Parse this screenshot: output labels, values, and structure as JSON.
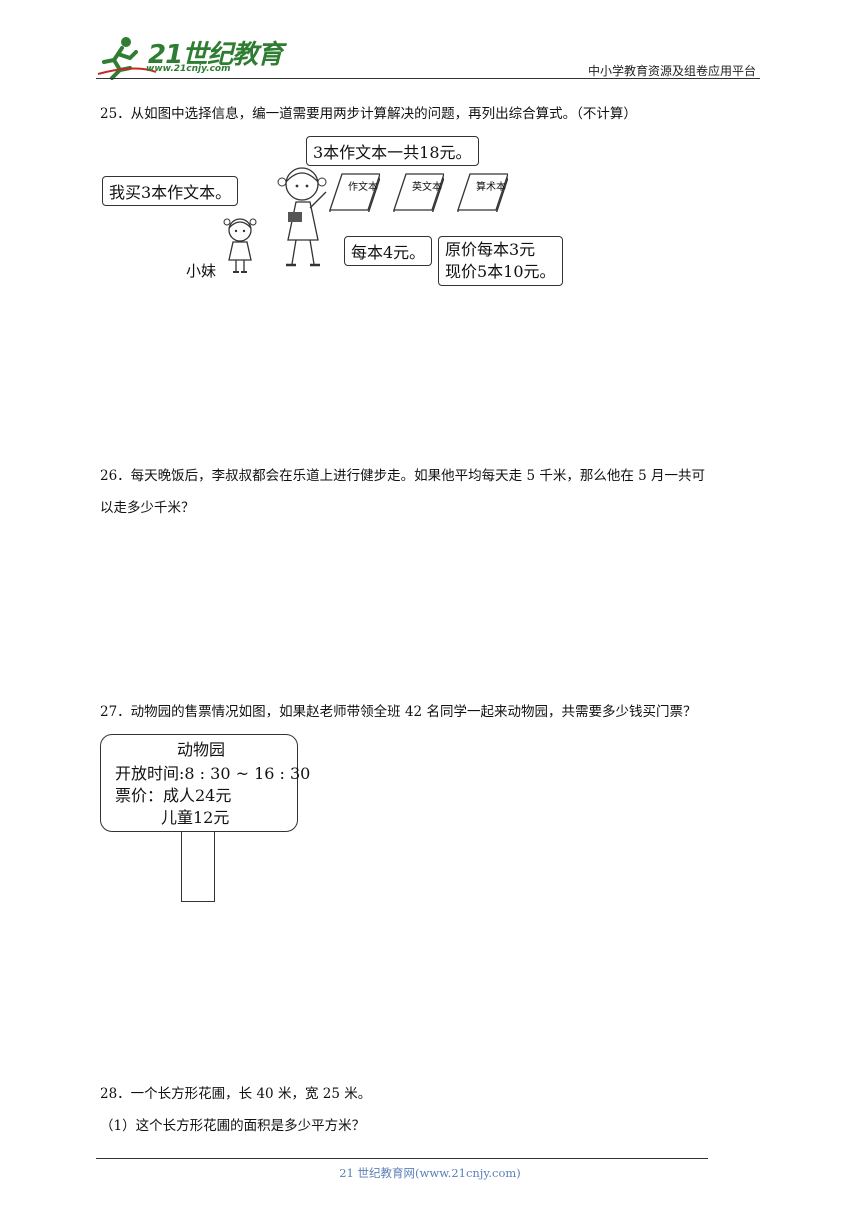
{
  "header": {
    "logo_text": "21世纪教育",
    "logo_url": "www.21cnjy.com",
    "right_text": "中小学教育资源及组卷应用平台"
  },
  "q25": {
    "text": "25．从如图中选择信息，编一道需要用两步计算解决的问题，再列出综合算式。（不计算）",
    "bubble_small_girl": "我买3本作文本。",
    "bubble_tall_girl": "3本作文本一共18元。",
    "small_girl_label": "小妹",
    "books": [
      "作文本",
      "英文本",
      "算术本"
    ],
    "price_box_1": "每本4元。",
    "price_box_2_line1": "原价每本3元",
    "price_box_2_line2": "现价5本10元。"
  },
  "q26": {
    "line1": "26．每天晚饭后，李叔叔都会在乐道上进行健步走。如果他平均每天走 5 千米，那么他在 5 月一共可",
    "line2": "以走多少千米？"
  },
  "q27": {
    "text": "27．动物园的售票情况如图，如果赵老师带领全班 42 名同学一起来动物园，共需要多少钱买门票？",
    "sign_title": "动物园",
    "sign_hours": "开放时间:8 : 30 ~ 16 : 30",
    "sign_price_adult": "票价：成人24元",
    "sign_price_child": "儿童12元"
  },
  "q28": {
    "text": "28．一个长方形花圃，长 40 米，宽 25 米。",
    "sub1": "（1）这个长方形花圃的面积是多少平方米？"
  },
  "footer": {
    "text": "21 世纪教育网(www.21cnjy.com)"
  }
}
